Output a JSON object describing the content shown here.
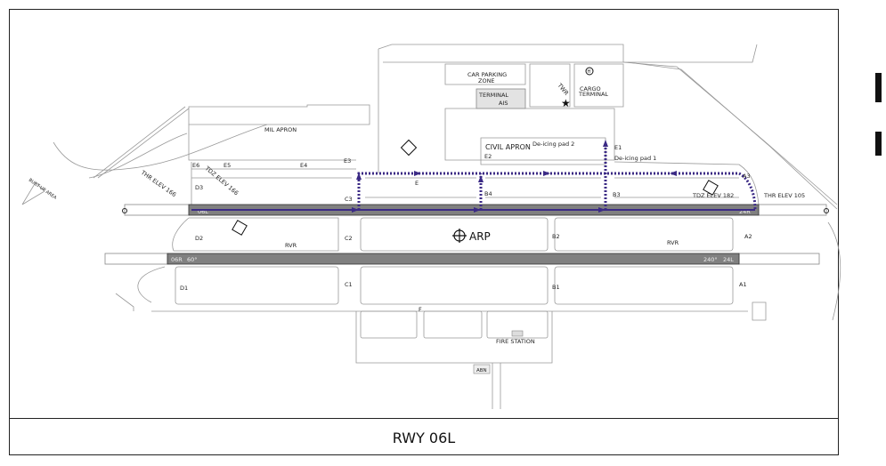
{
  "caption": "RWY  06L",
  "colors": {
    "route": "#3b2a85",
    "runway": "#808080"
  },
  "labels": {
    "car_parking": "CAR PARKING",
    "zone": "ZONE",
    "terminal": "TERMINAL",
    "ais": "AIS",
    "twr": "TWR",
    "cargo": "CARGO",
    "cargo_terminal": "TERMINAL",
    "heliport": "H",
    "civil_apron": "CIVIL APRON",
    "deicing_pad_2": "De-icing pad 2",
    "deicing_pad_1": "De-icing pad 1",
    "mil_apron": "MIL APRON",
    "built_up_area": "BUILT-UP AREA",
    "thr_elev_left": "THR ELEV 166",
    "tdz_elev_left": "TDZ ELEV 166",
    "tdz_elev_right": "TDZ ELEV 182",
    "thr_elev_right": "THR ELEV 105",
    "arp": "ARP",
    "rvr": "RVR",
    "fire_station": "FIRE STATION",
    "abn": "ABN",
    "rwy_06l": "06L",
    "rwy_24r": "24R",
    "rwy_06r": "06R",
    "rwy_24l": "24L",
    "hdg_060": "60°",
    "hdg_240": "240°"
  },
  "taxiways": {
    "A1": "A1",
    "A2": "A2",
    "A3": "A3",
    "B1": "B1",
    "B2": "B2",
    "B3": "B3",
    "B4": "B4",
    "C1": "C1",
    "C2": "C2",
    "C3": "C3",
    "D1": "D1",
    "D2": "D2",
    "D3": "D3",
    "E": "E",
    "E1": "E1",
    "E2": "E2",
    "E3": "E3",
    "E4": "E4",
    "E5": "E5",
    "E6": "E6",
    "F": "F"
  }
}
